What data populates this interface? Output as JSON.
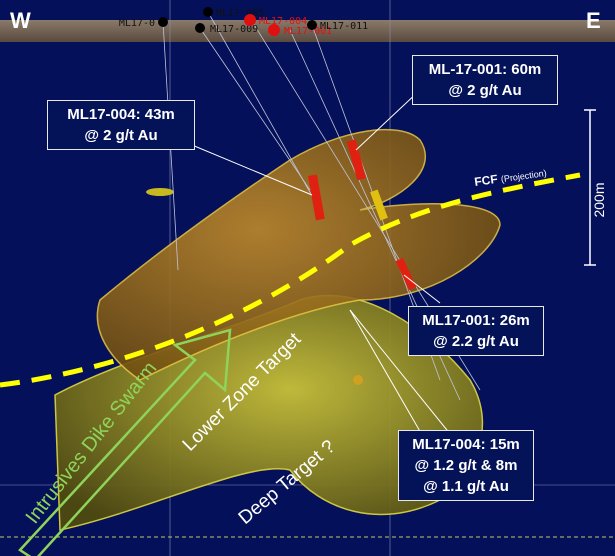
{
  "compass": {
    "west": "W",
    "east": "E"
  },
  "scale_bar": {
    "label": "200m"
  },
  "fault": {
    "name": "FCF",
    "note": "(Projection)"
  },
  "collars": [
    {
      "name": "ML17-0",
      "color": "black"
    },
    {
      "name": "ML17-005",
      "color": "black"
    },
    {
      "name": "ML17-009",
      "color": "black"
    },
    {
      "name": "ML17-004",
      "color": "red"
    },
    {
      "name": "ML17-001",
      "color": "red"
    },
    {
      "name": "ML17-011",
      "color": "black"
    }
  ],
  "intercepts": [
    {
      "line1": "ML-17-001: 60m",
      "line2": "@ 2 g/t Au"
    },
    {
      "line1": "ML17-004:  43m",
      "line2": "@ 2 g/t Au"
    },
    {
      "line1": "ML17-001: 26m",
      "line2": "@ 2.2 g/t Au"
    },
    {
      "line1": "ML17-004:  15m",
      "line2": "@ 1.2 g/t  & 8m",
      "line3": "@ 1.1 g/t Au"
    }
  ],
  "targets": {
    "dike": "Intrusives Dike Swarm",
    "lower": "Lower Zone Target",
    "deep": "Deep Target ?"
  },
  "colors": {
    "background": "#04105a",
    "fault": "#ffff00",
    "dike": "#8fd45a",
    "ore": "#c8b820"
  }
}
